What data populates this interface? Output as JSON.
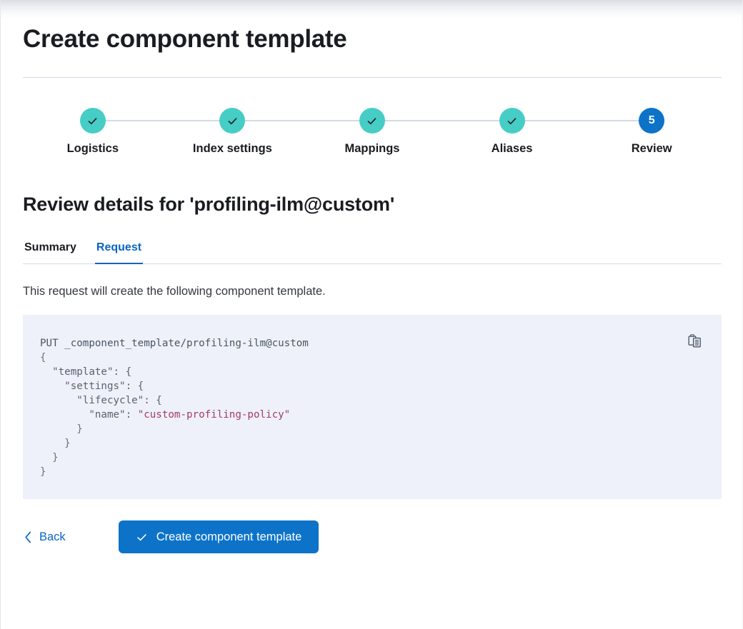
{
  "page": {
    "title": "Create component template"
  },
  "steps": {
    "items": [
      {
        "label": "Logistics",
        "state": "complete",
        "number": "1",
        "icon": "check-icon"
      },
      {
        "label": "Index settings",
        "state": "complete",
        "number": "2",
        "icon": "check-icon"
      },
      {
        "label": "Mappings",
        "state": "complete",
        "number": "3",
        "icon": "check-icon"
      },
      {
        "label": "Aliases",
        "state": "complete",
        "number": "4",
        "icon": "check-icon"
      },
      {
        "label": "Review",
        "state": "current",
        "number": "5",
        "icon": ""
      }
    ],
    "complete_color": "#46cdc5",
    "current_color": "#0c73c9",
    "line_color": "#d3dae6"
  },
  "review": {
    "heading": "Review details for 'profiling-ilm@custom'",
    "tabs": [
      {
        "label": "Summary",
        "active": false
      },
      {
        "label": "Request",
        "active": true
      }
    ],
    "active_tab_color": "#0b64c4",
    "description": "This request will create the following component template."
  },
  "code": {
    "copy_icon": "copy-clipboard-icon",
    "background": "#eef1fa",
    "string_color": "#a33b6a",
    "lines": [
      {
        "indent": 0,
        "text": "PUT _component_template/profiling-ilm@custom",
        "type": "request"
      },
      {
        "indent": 0,
        "text": "{",
        "type": "punct"
      },
      {
        "indent": 1,
        "text": "\"template\": {",
        "type": "key"
      },
      {
        "indent": 2,
        "text": "\"settings\": {",
        "type": "key"
      },
      {
        "indent": 3,
        "text": "\"lifecycle\": {",
        "type": "key"
      },
      {
        "indent": 4,
        "key": "\"name\": ",
        "value": "\"custom-profiling-policy\"",
        "type": "keyvalue"
      },
      {
        "indent": 3,
        "text": "}",
        "type": "punct"
      },
      {
        "indent": 2,
        "text": "}",
        "type": "punct"
      },
      {
        "indent": 1,
        "text": "}",
        "type": "punct"
      },
      {
        "indent": 0,
        "text": "}",
        "type": "punct"
      }
    ],
    "raw": "PUT _component_template/profiling-ilm@custom\n{\n  \"template\": {\n    \"settings\": {\n      \"lifecycle\": {\n        \"name\": \"custom-profiling-policy\"\n      }\n    }\n  }\n}"
  },
  "footer": {
    "back_label": "Back",
    "back_icon": "chevron-left-icon",
    "submit_label": "Create component template",
    "submit_icon": "check-icon",
    "submit_color": "#0c73c9"
  }
}
